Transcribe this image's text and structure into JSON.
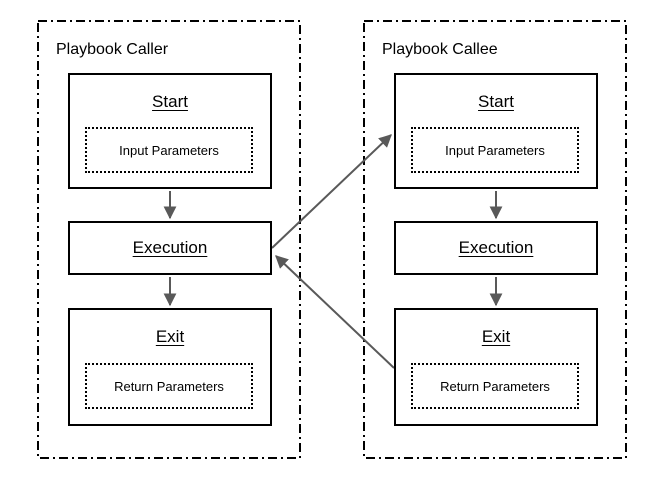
{
  "colors": {
    "background": "#ffffff",
    "border": "#000000",
    "text": "#000000",
    "arrow": "#595959"
  },
  "caller": {
    "title": "Playbook Caller",
    "start": {
      "label": "Start",
      "param": "Input Parameters"
    },
    "execution": {
      "label": "Execution"
    },
    "exit": {
      "label": "Exit",
      "param": "Return Parameters"
    }
  },
  "callee": {
    "title": "Playbook Callee",
    "start": {
      "label": "Start",
      "param": "Input Parameters"
    },
    "execution": {
      "label": "Execution"
    },
    "exit": {
      "label": "Exit",
      "param": "Return Parameters"
    }
  }
}
